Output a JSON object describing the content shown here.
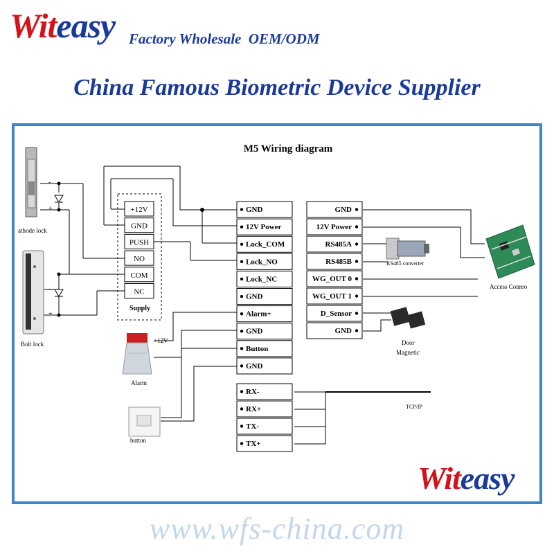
{
  "header": {
    "brand_part1": "Wit",
    "brand_part2": "easy",
    "tagline": "Factory Wholesale  OEM/ODM",
    "headline": "China Famous Biometric Device Supplier"
  },
  "diagram": {
    "title": "M5 Wiring diagram",
    "supply_terminals": [
      "+12V",
      "GND",
      "PUSH",
      "NO",
      "COM",
      "NC"
    ],
    "supply_label": "Supply",
    "left_terminals": [
      "GND",
      "12V Power",
      "Lock_COM",
      "Lock_NO",
      "Lock_NC",
      "GND",
      "Alarm+",
      "GND",
      "Button",
      "GND"
    ],
    "comm_terminals": [
      "RX-",
      "RX+",
      "TX-",
      "TX+"
    ],
    "right_terminals": [
      "GND",
      "12V  Power",
      "RS485A",
      "RS485B",
      "WG_OUT 0",
      "WG_OUT 1",
      "D_Sensor",
      "GND"
    ],
    "devices": {
      "cathode_lock": "athode lock",
      "bolt_lock": "Bolt lock",
      "alarm": "Alarm",
      "alarm_voltage": "+12V",
      "button": "button",
      "rs485_converter": "RS485 converter",
      "access_controller": "Access Conreo",
      "door_magnetic_1": "Door",
      "door_magnetic_2": "Magnetic",
      "tcpip": "TCP/IP"
    },
    "polarity": [
      "-",
      "+",
      "-",
      "+"
    ]
  },
  "footer": {
    "brand_part1": "Wit",
    "brand_part2": "easy",
    "website": "www.wfs-china.com"
  },
  "colors": {
    "brand_red": "#d4121a",
    "brand_blue": "#1a3a9a",
    "frame_blue": "#3f85c8",
    "watermark": "#c4d6ea"
  }
}
